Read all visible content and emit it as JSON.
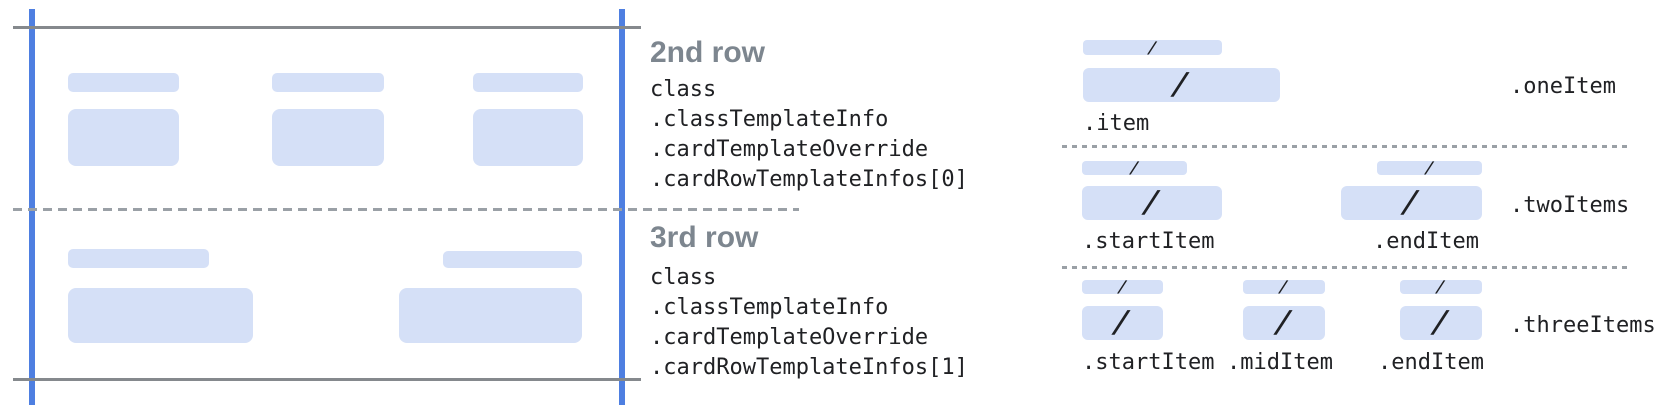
{
  "diagram": {
    "slash": "/",
    "rows": [
      {
        "title": "2nd row",
        "code": [
          "class",
          ".classTemplateInfo",
          ".cardTemplateOverride",
          ".cardRowTemplateInfos[0]"
        ]
      },
      {
        "title": "3rd row",
        "code": [
          "class",
          ".classTemplateInfo",
          ".cardTemplateOverride",
          ".cardRowTemplateInfos[1]"
        ]
      }
    ],
    "layouts": [
      {
        "name": ".oneItem",
        "items": [
          ".item"
        ]
      },
      {
        "name": ".twoItems",
        "items": [
          ".startItem",
          ".endItem"
        ]
      },
      {
        "name": ".threeItems",
        "items": [
          ".startItem",
          ".midItem",
          ".endItem"
        ]
      }
    ],
    "colors": {
      "chip_fill": "#d5e0f7",
      "guide_blue": "#4e7fe1",
      "solid_line_gray": "#85898d",
      "dashed_line_gray": "#9aa0a6",
      "heading_gray": "#7d868f",
      "text_dark": "#202124"
    }
  }
}
